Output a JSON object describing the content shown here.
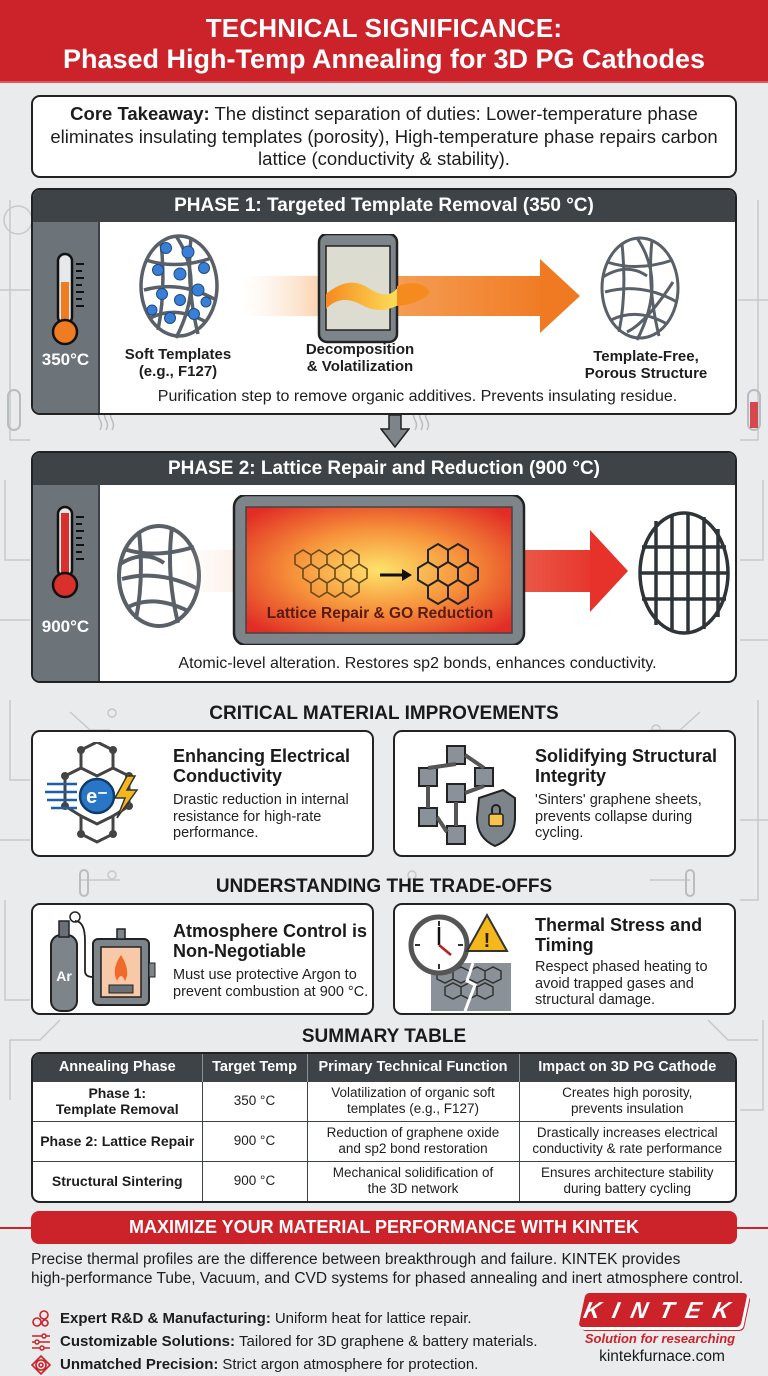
{
  "header": {
    "title_line1": "TECHNICAL SIGNIFICANCE:",
    "title_line2": "Phased High-Temp Annealing for 3D PG Cathodes",
    "color": "#cc2229"
  },
  "takeaway": {
    "label": "Core Takeaway:",
    "text": " The distinct separation of duties: Lower-temperature phase eliminates insulating templates (porosity), High-temperature phase repairs carbon lattice (conductivity & stability)."
  },
  "phase1": {
    "title": "PHASE 1: Targeted Template Removal (350 °C)",
    "temp_label": "350°C",
    "steps": [
      {
        "label": "Soft Templates (e.g., F127)",
        "icon": "soft-template-network-icon"
      },
      {
        "label": "Decomposition & Volatilization",
        "icon": "furnace-flame-icon"
      },
      {
        "label": "Template-Free, Porous Structure",
        "icon": "porous-network-icon"
      }
    ],
    "step1_l1": "Soft Templates",
    "step1_l2": "(e.g., F127)",
    "step2_l1": "Decomposition",
    "step2_l2": "& Volatilization",
    "step3_l1": "Template-Free,",
    "step3_l2": "Porous Structure",
    "note": "Purification step to remove organic additives. Prevents insulating residue."
  },
  "phase2": {
    "title": "PHASE 2: Lattice Repair and Reduction (900 °C)",
    "temp_label": "900°C",
    "furnace_label": "Lattice Repair & GO Reduction",
    "note": "Atomic-level alteration. Restores sp2 bonds, enhances conductivity."
  },
  "improvements": {
    "title": "CRITICAL MATERIAL IMPROVEMENTS",
    "cards": [
      {
        "title_l1": "Enhancing Electrical",
        "title_l2": "Conductivity",
        "desc_l1": "Drastic reduction in internal",
        "desc_l2": "resistance for high-rate",
        "desc_l3": "performance.",
        "icon": "electron-lattice-icon"
      },
      {
        "title_l1": "Solidifying Structural",
        "title_l2": "Integrity",
        "desc_l1": "'Sinters' graphene sheets,",
        "desc_l2": "prevents collapse during",
        "desc_l3": "cycling.",
        "icon": "cube-framework-shield-icon"
      }
    ]
  },
  "tradeoffs": {
    "title": "UNDERSTANDING THE TRADE-OFFS",
    "cards": [
      {
        "title_l1": "Atmosphere Control is",
        "title_l2": "Non-Negotiable",
        "desc_l1": "Must use protective Argon to",
        "desc_l2": "prevent combustion at 900 °C.",
        "desc_l3": "",
        "icon": "argon-tank-furnace-icon",
        "tank_label": "Ar"
      },
      {
        "title_l1": "Thermal Stress and",
        "title_l2": "Timing",
        "desc_l1": "Respect phased heating to",
        "desc_l2": "avoid trapped gases and",
        "desc_l3": "structural damage.",
        "icon": "clock-warning-crack-icon"
      }
    ]
  },
  "summary": {
    "title": "SUMMARY TABLE",
    "headers": [
      "Annealing Phase",
      "Target Temp",
      "Primary Technical Function",
      "Impact on 3D PG Cathode"
    ],
    "rows": [
      {
        "phase_l1": "Phase 1:",
        "phase_l2": "Template Removal",
        "temp": "350 °C",
        "func_l1": "Volatilization of organic soft",
        "func_l2": "templates (e.g., F127)",
        "impact_l1": "Creates high porosity,",
        "impact_l2": "prevents insulation"
      },
      {
        "phase_l1": "Phase 2: Lattice Repair",
        "phase_l2": "",
        "temp": "900 °C",
        "func_l1": "Reduction of graphene oxide",
        "func_l2": "and sp2 bond restoration",
        "impact_l1": "Drastically increases electrical",
        "impact_l2": "conductivity & rate performance"
      },
      {
        "phase_l1": "Structural Sintering",
        "phase_l2": "",
        "temp": "900 °C",
        "func_l1": "Mechanical solidification of",
        "func_l2": "the 3D network",
        "impact_l1": "Ensures architecture stability",
        "impact_l2": "during battery cycling"
      }
    ]
  },
  "cta": {
    "banner": "MAXIMIZE YOUR MATERIAL PERFORMANCE WITH KINTEK",
    "desc_l1": "Precise thermal profiles are the difference between breakthrough and failure. KINTEK provides",
    "desc_l2": "high-performance Tube, Vacuum, and CVD systems for phased annealing and inert atmosphere control.",
    "bullets": [
      {
        "label": "Expert R&D & Manufacturing:",
        "text": "Uniform heat for lattice repair.",
        "icon": "gears-icon"
      },
      {
        "label": "Customizable Solutions:",
        "text": "Tailored for 3D graphene & battery materials.",
        "icon": "sliders-icon"
      },
      {
        "label": "Unmatched Precision:",
        "text": "Strict argon atmosphere for protection.",
        "icon": "target-icon"
      }
    ]
  },
  "brand": {
    "logo_text": "KINTEK",
    "tagline": "Solution for researching",
    "url": "kintekfurnace.com",
    "accent": "#cc2229",
    "dark": "#3d4347"
  }
}
